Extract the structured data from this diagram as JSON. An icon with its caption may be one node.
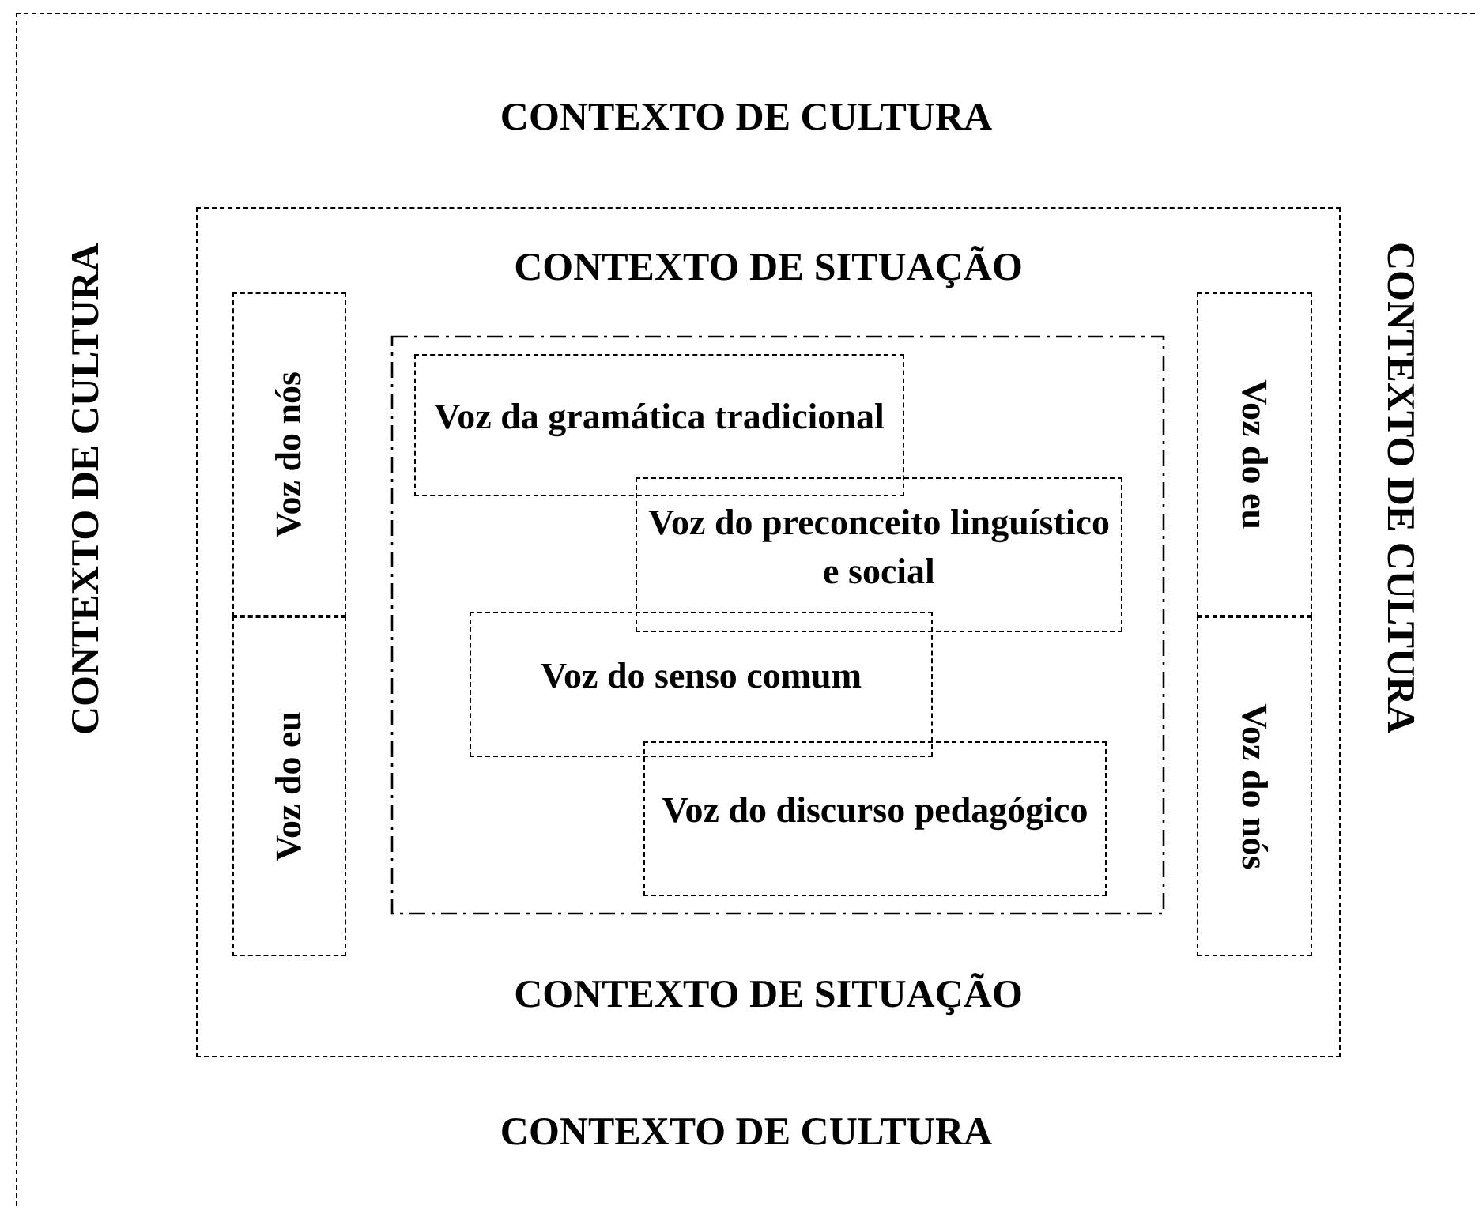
{
  "diagram": {
    "nodes": [
      {
        "text": [
          "CONTEXTO DE CULTURA",
          "CONTEXTO DE CULTURA",
          "CONTEXTO DE CULTURA",
          "CONTEXTO DE CULTURA"
        ]
      },
      {
        "text": [
          "CONTEXTO DE SITUAÇÃO",
          "CONTEXTO DE SITUAÇÃO"
        ],
        "in": 0
      },
      {
        "text": [
          "Voz do nós"
        ],
        "in": 1
      },
      {
        "text": [
          "Voz do eu"
        ],
        "in": 1
      },
      {
        "text": [],
        "shape": "box",
        "in": 1
      },
      {
        "text": [
          "Voz da gramática tradicional"
        ],
        "in": 4
      },
      {
        "text": [
          "Voz do preconceito linguístico e social"
        ],
        "in": 4
      },
      {
        "text": [
          "Voz do senso comum"
        ],
        "in": 4
      },
      {
        "text": [
          "Voz do discurso pedagógico"
        ],
        "in": 4
      },
      {
        "text": [
          "Voz do eu"
        ],
        "in": 1
      },
      {
        "text": [
          "Voz do nós"
        ],
        "in": 1
      }
    ]
  }
}
